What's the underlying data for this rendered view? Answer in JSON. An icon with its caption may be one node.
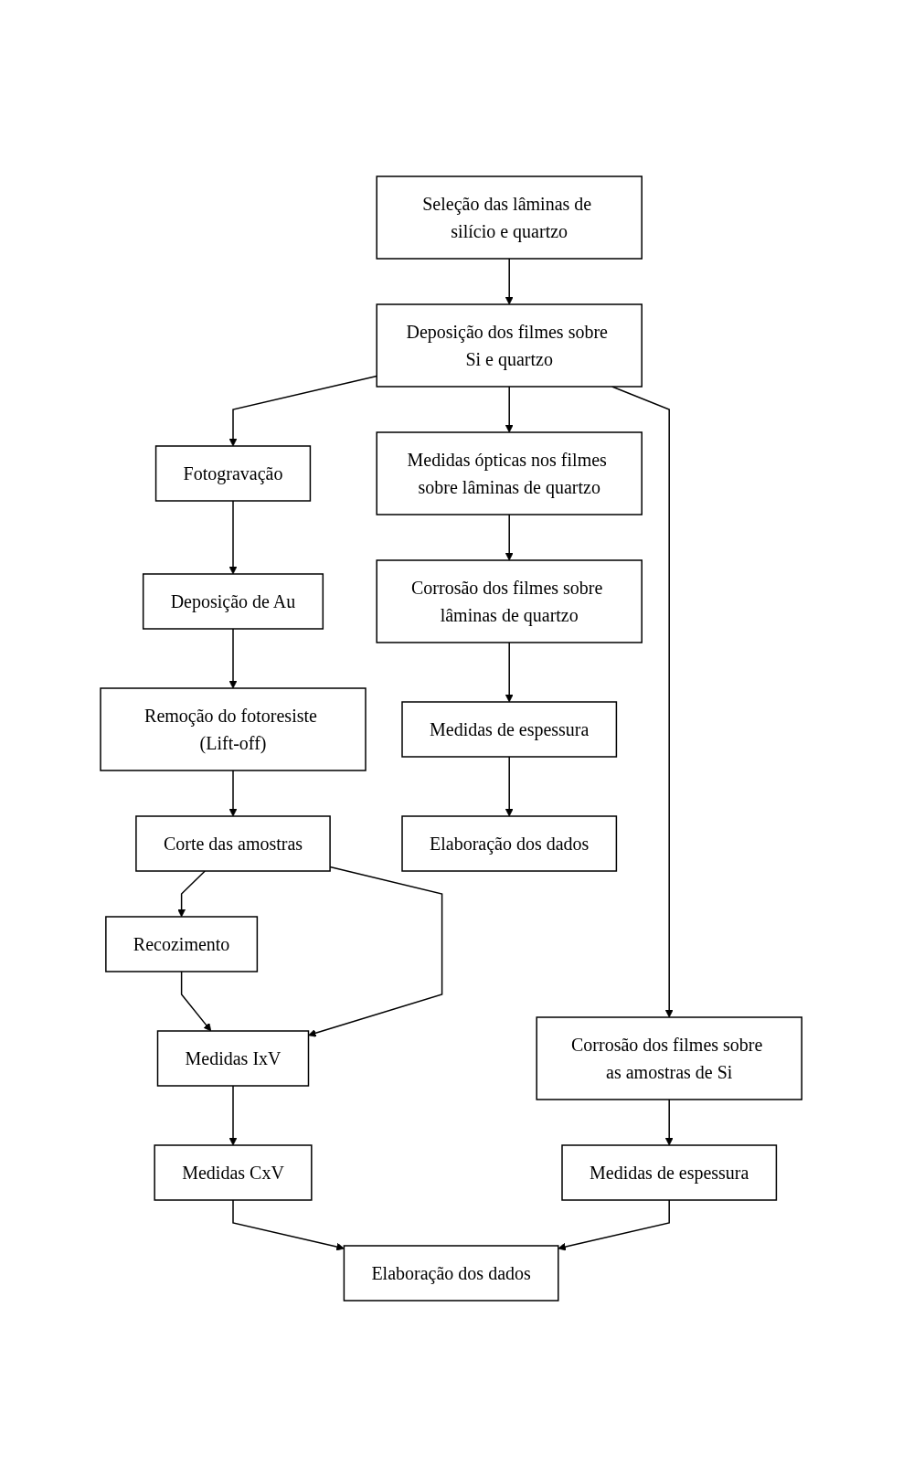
{
  "diagram": {
    "nodes": [
      {
        "text": [
          "Seleção das lâminas de silício e quartzo"
        ]
      },
      {
        "text": [
          "Deposição dos filmes sobre Si e quartzo"
        ]
      },
      {
        "text": [
          "Corrosão dos filmes sobre as amostras de Si"
        ]
      },
      {
        "text": [
          "Fotogravação"
        ]
      },
      {
        "text": [
          "Medidas ópticas nos filmes sobre lâminas de quartzo"
        ]
      },
      {
        "text": [
          "Medidas de espessura"
        ]
      },
      {
        "text": [
          "Deposição de Au"
        ]
      },
      {
        "text": [
          "Corrosão dos filmes sobre lâminas de quartzo"
        ]
      },
      {
        "text": [
          "Remoção do fotoresiste (Lift-off)"
        ]
      },
      {
        "text": [
          "Medidas de espessura"
        ]
      },
      {
        "text": [
          "Corte das amostras"
        ]
      },
      {
        "text": [
          "Elaboração dos dados"
        ]
      },
      {
        "text": [
          "Recozimento"
        ]
      },
      {
        "text": [
          "Medidas IxV"
        ]
      },
      {
        "text": [
          "Medidas CxV"
        ]
      },
      {
        "text": [
          "Elaboração dos dados"
        ]
      }
    ],
    "edges": [
      {
        "from": 0,
        "to": 1,
        "arrow": "to"
      },
      {
        "from": 1,
        "to": 2,
        "arrow": "to"
      },
      {
        "from": 1,
        "to": 3,
        "arrow": "to"
      },
      {
        "from": 1,
        "to": 4,
        "arrow": "to"
      },
      {
        "from": 2,
        "to": 5,
        "arrow": "to"
      },
      {
        "from": 3,
        "to": 6,
        "arrow": "to"
      },
      {
        "from": 4,
        "to": 7,
        "arrow": "to"
      },
      {
        "from": 6,
        "to": 8,
        "arrow": "to"
      },
      {
        "from": 7,
        "to": 9,
        "arrow": "to"
      },
      {
        "from": 8,
        "to": 10,
        "arrow": "to"
      },
      {
        "from": 9,
        "to": 11,
        "arrow": "to"
      },
      {
        "from": 10,
        "to": 12,
        "arrow": "to"
      },
      {
        "from": 12,
        "to": 13,
        "arrow": "to"
      },
      {
        "from": 13,
        "to": 14,
        "arrow": "to"
      },
      {
        "from": 14,
        "to": 15,
        "arrow": "to"
      },
      {
        "from": 5,
        "to": 15,
        "arrow": "to"
      },
      {
        "from": 10,
        "to": 13,
        "arrow": "to"
      }
    ]
  }
}
